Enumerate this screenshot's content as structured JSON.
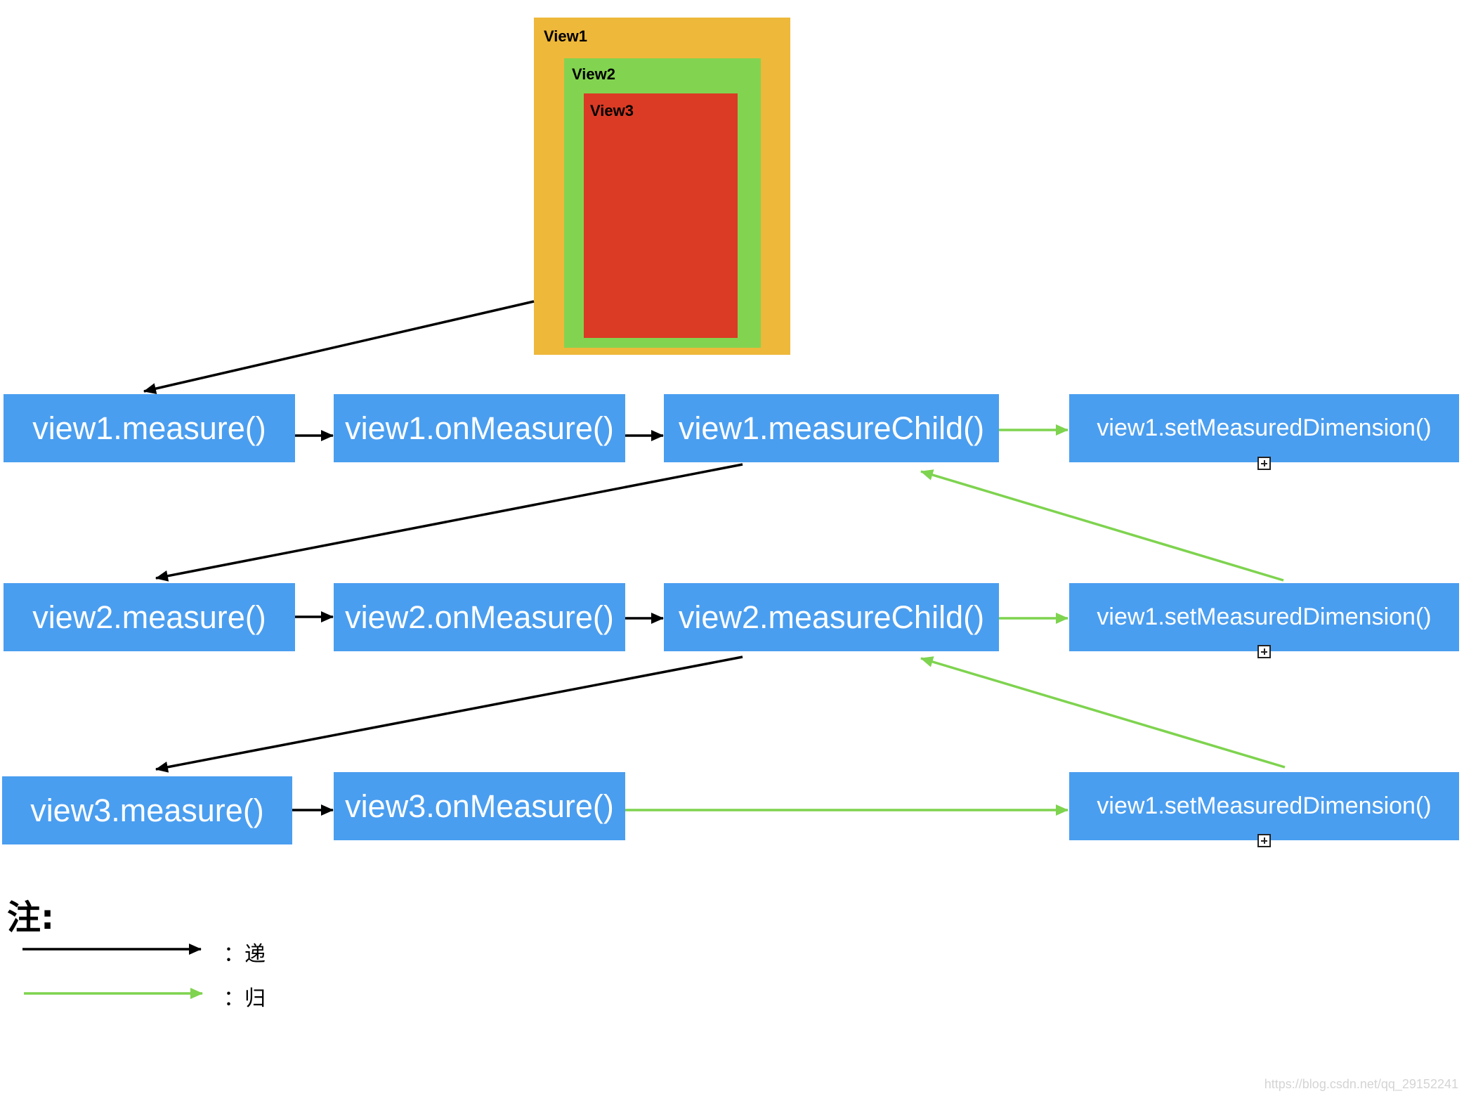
{
  "colors": {
    "view1_fill": "#eeb83a",
    "view2_fill": "#82d450",
    "view3_fill": "#db3b25",
    "box_fill": "#4a9ef0",
    "box_text": "#ffffff",
    "call_arrow": "#000000",
    "return_arrow": "#7ed34f"
  },
  "nested_views": {
    "view1": "View1",
    "view2": "View2",
    "view3": "View3"
  },
  "rows": [
    {
      "measure": "view1.measure()",
      "on_measure": "view1.onMeasure()",
      "measure_child": "view1.measureChild()",
      "set_dimension": "view1.setMeasuredDimension()"
    },
    {
      "measure": "view2.measure()",
      "on_measure": "view2.onMeasure()",
      "measure_child": "view2.measureChild()",
      "set_dimension": "view1.setMeasuredDimension()"
    },
    {
      "measure": "view3.measure()",
      "on_measure": "view3.onMeasure()",
      "set_dimension": "view1.setMeasuredDimension()"
    }
  ],
  "legend": {
    "title": "注:",
    "call_label": "：递",
    "return_label": "：归"
  },
  "watermark": "https://blog.csdn.net/qq_29152241"
}
